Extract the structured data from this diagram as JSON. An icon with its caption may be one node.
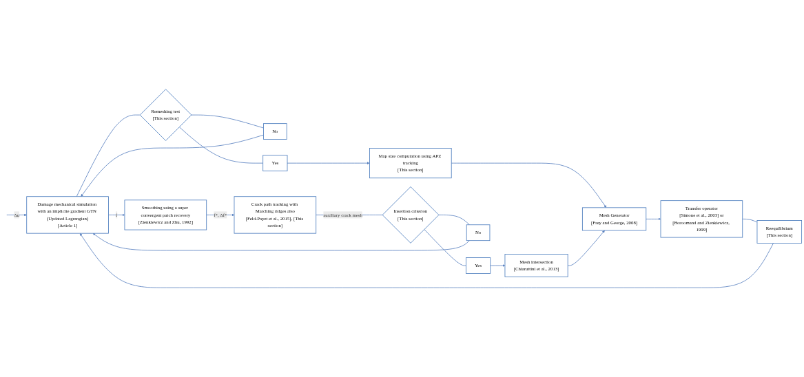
{
  "diagram": {
    "nodes": [
      {
        "text": [
          "Damage mechanical simulation with an implicite gradient GTN (Updated Lagrangian)",
          "[Article 1]"
        ]
      },
      {
        "text": [
          "Smoothing using a super convergent patch recovery",
          "[Zienkiewicz and Zhu, 1992]"
        ]
      },
      {
        "text": [
          "No"
        ]
      },
      {
        "text": [
          "Remeshing test",
          "[This section]"
        ]
      },
      {
        "text": [
          "Reequilibrium",
          "[This section]"
        ]
      },
      {
        "text": [
          "Crack path tracking with Marching ridges also",
          "[Feld-Payet et al., 2015], [This section]"
        ]
      },
      {
        "text": [
          "Transfer operator",
          "[Simone et al., 2003] or",
          "[Boroomand and Zienkiewicz, 1999]"
        ]
      },
      {
        "text": [
          "Map size computation using APZ tracking",
          "[This section]"
        ]
      },
      {
        "text": [
          "Yes"
        ]
      },
      {
        "text": [
          "Mesh Generator",
          "[Frey and George, 2008]"
        ]
      },
      {
        "text": [
          "Mesh intersection",
          "[Chiaruttini et al., 2013]"
        ]
      },
      {
        "text": [
          "Yes"
        ]
      },
      {
        "text": [
          "Insertion criterion",
          "[This section]"
        ]
      },
      {
        "text": [
          "No"
        ]
      }
    ],
    "edges": [
      {
        "from": null,
        "to": 0,
        "arrow": "to",
        "label": "Δu"
      },
      {
        "from": 0,
        "to": 1,
        "arrow": "to",
        "label": "f"
      },
      {
        "from": 0,
        "to": 3,
        "arrow": "none"
      },
      {
        "from": 3,
        "to": 2,
        "arrow": "none"
      },
      {
        "from": 2,
        "to": 0,
        "arrow": "to"
      },
      {
        "from": 1,
        "to": 5,
        "arrow": "to",
        "label": "f*, Δf*"
      },
      {
        "from": 5,
        "to": 12,
        "arrow": "none",
        "label": "auxiliary crack mesh"
      },
      {
        "from": 12,
        "to": 11,
        "arrow": "none"
      },
      {
        "from": 11,
        "to": 10,
        "arrow": "to"
      },
      {
        "from": 12,
        "to": 13,
        "arrow": "none"
      },
      {
        "from": 13,
        "to": 0,
        "arrow": "to"
      },
      {
        "from": 3,
        "to": 8,
        "arrow": "none"
      },
      {
        "from": 8,
        "to": 7,
        "arrow": "to"
      },
      {
        "from": 7,
        "to": 9,
        "arrow": "to"
      },
      {
        "from": 10,
        "to": 9,
        "arrow": "to"
      },
      {
        "from": 9,
        "to": 6,
        "arrow": "to"
      },
      {
        "from": 6,
        "to": 4,
        "arrow": "none"
      },
      {
        "from": 4,
        "to": 0,
        "arrow": "to"
      }
    ]
  }
}
